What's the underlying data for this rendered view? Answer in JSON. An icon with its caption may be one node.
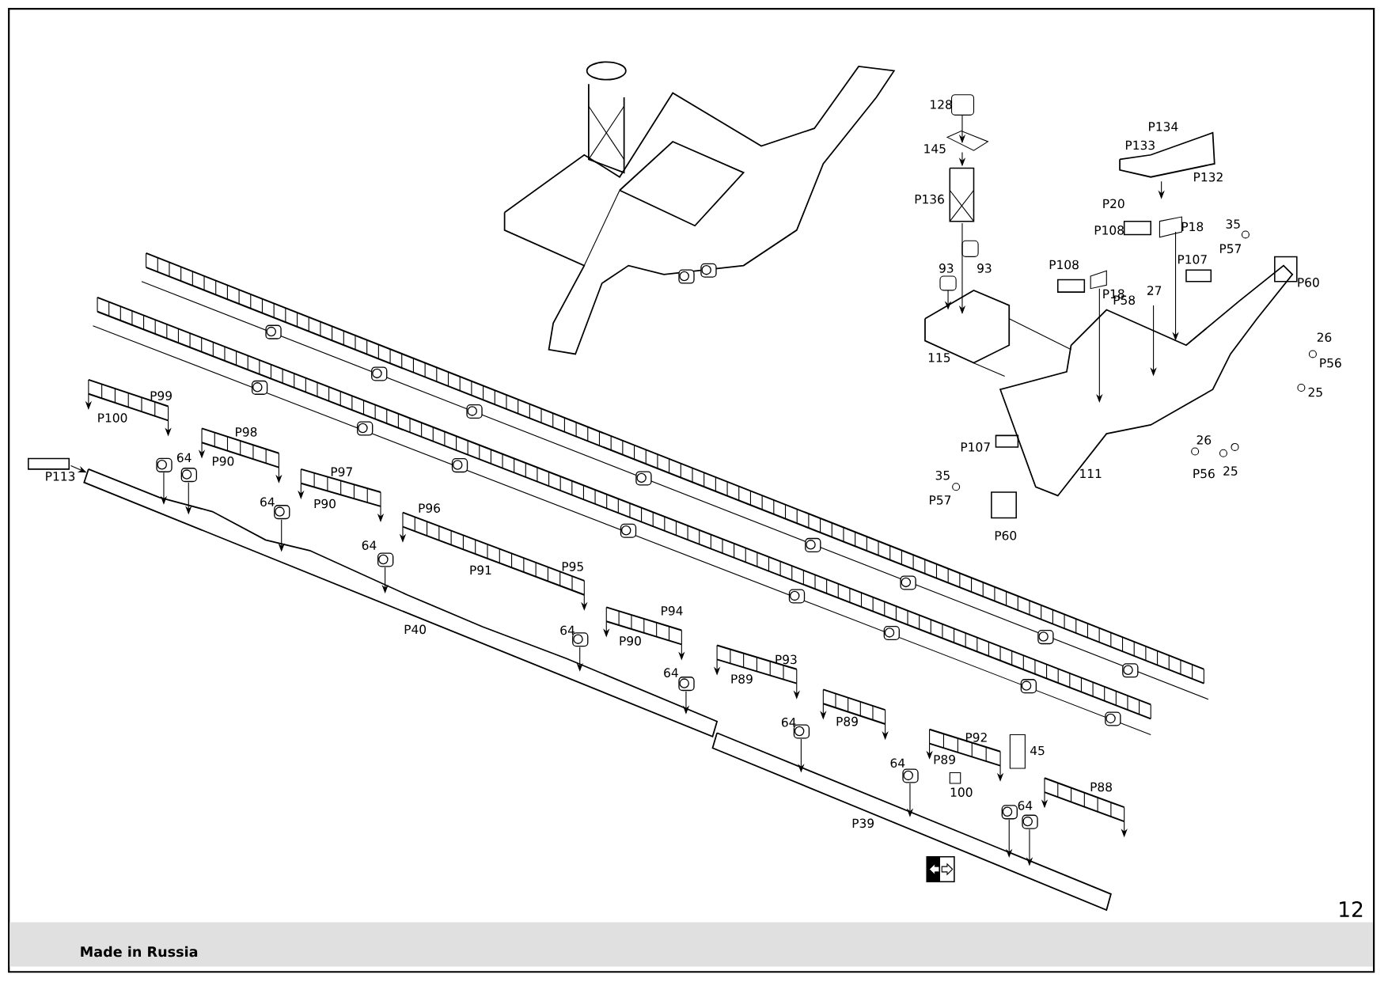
{
  "diagram": {
    "labels": [
      "128",
      "P134",
      "P133",
      "145",
      "P132",
      "P136",
      "P20",
      "P108",
      "P18",
      "35",
      "P57",
      "93",
      "93",
      "P107",
      "P108",
      "P18",
      "P60",
      "27",
      "P58",
      "26",
      "115",
      "P56",
      "25",
      "P99",
      "P100",
      "P98",
      "64",
      "P90",
      "P113",
      "P107",
      "26",
      "P97",
      "P56",
      "111",
      "25",
      "35",
      "64",
      "P90",
      "P57",
      "P96",
      "P60",
      "64",
      "P95",
      "P91",
      "P94",
      "P40",
      "64",
      "P90",
      "P93",
      "64",
      "P89",
      "P89",
      "64",
      "P92",
      "45",
      "P89",
      "64",
      "P88",
      "100",
      "64",
      "P39",
      "12",
      "Made in Russia"
    ]
  }
}
